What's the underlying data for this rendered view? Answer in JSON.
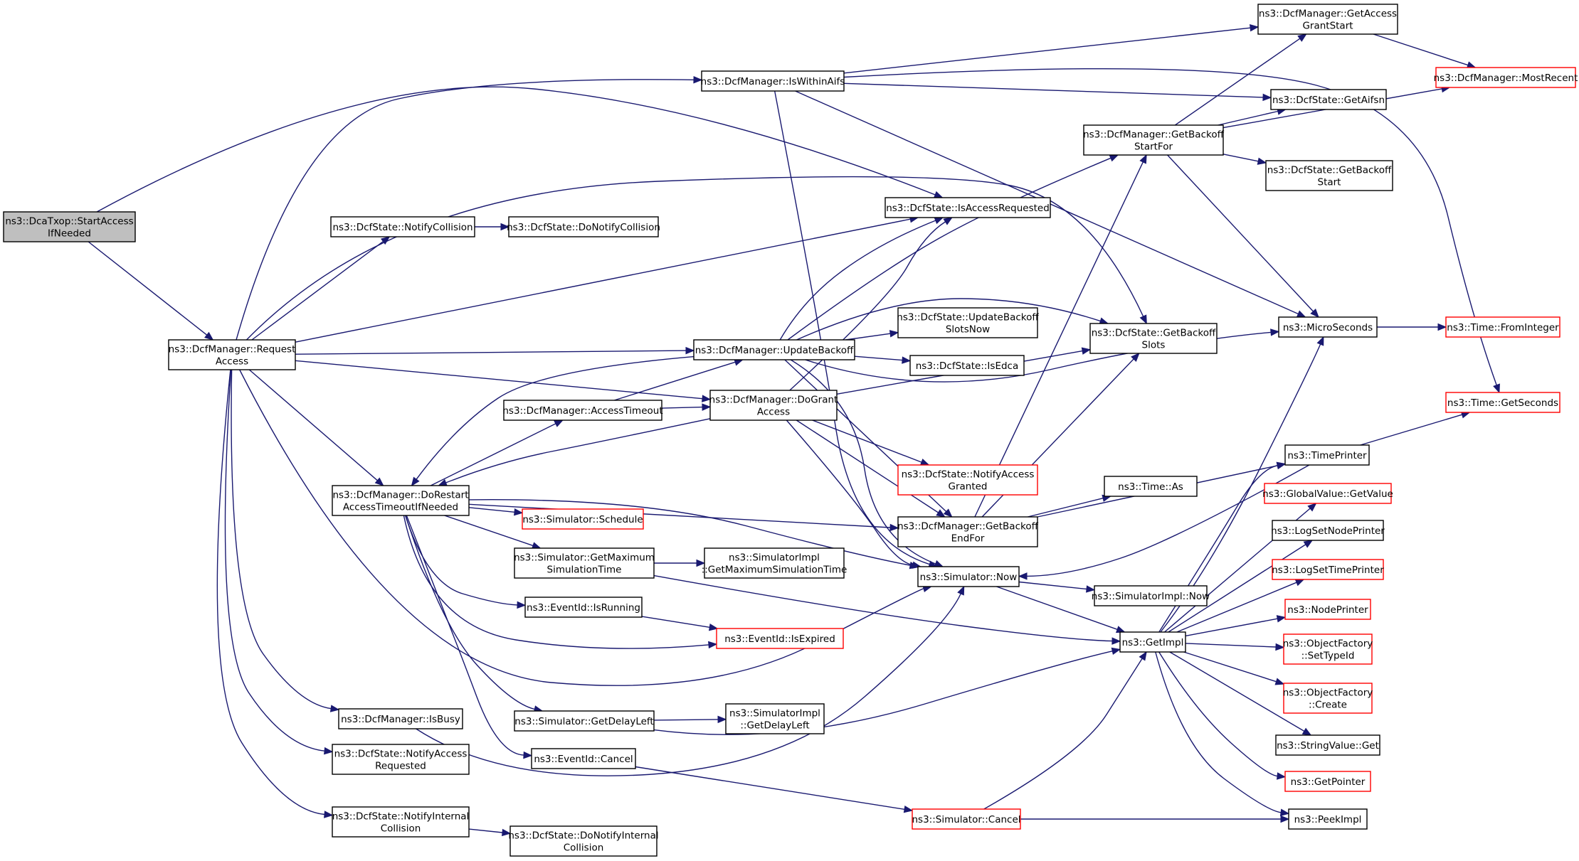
{
  "nodes": {
    "start": {
      "lines": [
        "ns3::DcaTxop::StartAccess",
        "IfNeeded"
      ],
      "red": false,
      "root": true
    },
    "reqAccess": {
      "lines": [
        "ns3::DcfManager::Request",
        "Access"
      ]
    },
    "isWithinAifs": {
      "lines": [
        "ns3::DcfManager::IsWithinAifs"
      ]
    },
    "getAccessGrantStart": {
      "lines": [
        "ns3::DcfManager::GetAccess",
        "GrantStart"
      ]
    },
    "mostRecent": {
      "lines": [
        "ns3::DcfManager::MostRecent"
      ],
      "red": true
    },
    "getAifsn": {
      "lines": [
        "ns3::DcfState::GetAifsn"
      ]
    },
    "getBackoffStartFor": {
      "lines": [
        "ns3::DcfManager::GetBackoff",
        "StartFor"
      ]
    },
    "getBackoffStart": {
      "lines": [
        "ns3::DcfState::GetBackoff",
        "Start"
      ]
    },
    "isAccessRequested": {
      "lines": [
        "ns3::DcfState::IsAccessRequested"
      ]
    },
    "notifyCollision": {
      "lines": [
        "ns3::DcfState::NotifyCollision"
      ]
    },
    "doNotifyCollision": {
      "lines": [
        "ns3::DcfState::DoNotifyCollision"
      ]
    },
    "updateBackoffSlotsNow": {
      "lines": [
        "ns3::DcfState::UpdateBackoff",
        "SlotsNow"
      ]
    },
    "getBackoffSlots": {
      "lines": [
        "ns3::DcfState::GetBackoff",
        "Slots"
      ]
    },
    "microSeconds": {
      "lines": [
        "ns3::MicroSeconds"
      ]
    },
    "fromInteger": {
      "lines": [
        "ns3::Time::FromInteger"
      ],
      "red": true
    },
    "updateBackoff": {
      "lines": [
        "ns3::DcfManager::UpdateBackoff"
      ]
    },
    "isEdca": {
      "lines": [
        "ns3::DcfState::IsEdca"
      ]
    },
    "accessTimeout": {
      "lines": [
        "ns3::DcfManager::AccessTimeout"
      ]
    },
    "doGrantAccess": {
      "lines": [
        "ns3::DcfManager::DoGrant",
        "Access"
      ]
    },
    "getSeconds": {
      "lines": [
        "ns3::Time::GetSeconds"
      ],
      "red": true
    },
    "timePrinter": {
      "lines": [
        "ns3::TimePrinter"
      ]
    },
    "notifyAccessGranted": {
      "lines": [
        "ns3::DcfState::NotifyAccess",
        "Granted"
      ],
      "red": true
    },
    "timeAs": {
      "lines": [
        "ns3::Time::As"
      ]
    },
    "globalValueGet": {
      "lines": [
        "ns3::GlobalValue::GetValue"
      ],
      "red": true
    },
    "doRestart": {
      "lines": [
        "ns3::DcfManager::DoRestart",
        "AccessTimeoutIfNeeded"
      ]
    },
    "schedule": {
      "lines": [
        "ns3::Simulator::Schedule"
      ],
      "red": true
    },
    "getBackoffEndFor": {
      "lines": [
        "ns3::DcfManager::GetBackoff",
        "EndFor"
      ]
    },
    "logSetNodePrinter": {
      "lines": [
        "ns3::LogSetNodePrinter"
      ]
    },
    "getMaxSimTime": {
      "lines": [
        "ns3::Simulator::GetMaximum",
        "SimulationTime"
      ]
    },
    "implGetMaxSimTime": {
      "lines": [
        "ns3::SimulatorImpl",
        "::GetMaximumSimulationTime"
      ]
    },
    "logSetTimePrinter": {
      "lines": [
        "ns3::LogSetTimePrinter"
      ],
      "red": true
    },
    "simNow": {
      "lines": [
        "ns3::Simulator::Now"
      ]
    },
    "implNow": {
      "lines": [
        "ns3::SimulatorImpl::Now"
      ]
    },
    "isRunning": {
      "lines": [
        "ns3::EventId::IsRunning"
      ]
    },
    "nodePrinter": {
      "lines": [
        "ns3::NodePrinter"
      ],
      "red": true
    },
    "isExpired": {
      "lines": [
        "ns3::EventId::IsExpired"
      ],
      "red": true
    },
    "getImpl": {
      "lines": [
        "ns3::GetImpl"
      ]
    },
    "ofSetTypeId": {
      "lines": [
        "ns3::ObjectFactory",
        "::SetTypeId"
      ],
      "red": true
    },
    "ofCreate": {
      "lines": [
        "ns3::ObjectFactory",
        "::Create"
      ],
      "red": true
    },
    "isBusy": {
      "lines": [
        "ns3::DcfManager::IsBusy"
      ]
    },
    "getDelayLeft": {
      "lines": [
        "ns3::Simulator::GetDelayLeft"
      ]
    },
    "implGetDelayLeft": {
      "lines": [
        "ns3::SimulatorImpl",
        "::GetDelayLeft"
      ]
    },
    "stringValueGet": {
      "lines": [
        "ns3::StringValue::Get"
      ]
    },
    "notifyAccessRequested": {
      "lines": [
        "ns3::DcfState::NotifyAccess",
        "Requested"
      ]
    },
    "eventCancel": {
      "lines": [
        "ns3::EventId::Cancel"
      ]
    },
    "getPointer": {
      "lines": [
        "ns3::GetPointer"
      ],
      "red": true
    },
    "simCancel": {
      "lines": [
        "ns3::Simulator::Cancel"
      ],
      "red": true
    },
    "peekImpl": {
      "lines": [
        "ns3::PeekImpl"
      ]
    },
    "notifyInternalCollision": {
      "lines": [
        "ns3::DcfState::NotifyInternal",
        "Collision"
      ]
    },
    "doNotifyInternalCollision": {
      "lines": [
        "ns3::DcfState::DoNotifyInternal",
        "Collision"
      ]
    }
  },
  "edges": [
    [
      "start",
      "reqAccess"
    ],
    [
      "start",
      "isAccessRequested"
    ],
    [
      "reqAccess",
      "isWithinAifs"
    ],
    [
      "reqAccess",
      "notifyCollision"
    ],
    [
      "reqAccess",
      "getBackoffSlots"
    ],
    [
      "reqAccess",
      "isAccessRequested"
    ],
    [
      "reqAccess",
      "updateBackoff"
    ],
    [
      "reqAccess",
      "doGrantAccess"
    ],
    [
      "reqAccess",
      "doRestart"
    ],
    [
      "reqAccess",
      "simNow"
    ],
    [
      "reqAccess",
      "isBusy"
    ],
    [
      "reqAccess",
      "notifyAccessRequested"
    ],
    [
      "reqAccess",
      "notifyInternalCollision"
    ],
    [
      "isWithinAifs",
      "getAccessGrantStart"
    ],
    [
      "isWithinAifs",
      "getAifsn"
    ],
    [
      "isWithinAifs",
      "microSeconds"
    ],
    [
      "isWithinAifs",
      "getSeconds"
    ],
    [
      "isWithinAifs",
      "simNow"
    ],
    [
      "getAccessGrantStart",
      "mostRecent"
    ],
    [
      "getBackoffStartFor",
      "getAccessGrantStart"
    ],
    [
      "getBackoffStartFor",
      "getAifsn"
    ],
    [
      "getBackoffStartFor",
      "mostRecent"
    ],
    [
      "getBackoffStartFor",
      "getBackoffStart"
    ],
    [
      "getBackoffStartFor",
      "microSeconds"
    ],
    [
      "notifyCollision",
      "doNotifyCollision"
    ],
    [
      "updateBackoff",
      "getBackoffStartFor"
    ],
    [
      "updateBackoff",
      "isAccessRequested"
    ],
    [
      "updateBackoff",
      "updateBackoffSlotsNow"
    ],
    [
      "updateBackoff",
      "getBackoffSlots"
    ],
    [
      "updateBackoff",
      "isEdca"
    ],
    [
      "updateBackoff",
      "microSeconds"
    ],
    [
      "updateBackoff",
      "simNow"
    ],
    [
      "updateBackoff",
      "getBackoffEndFor"
    ],
    [
      "updateBackoff",
      "doRestart"
    ],
    [
      "accessTimeout",
      "updateBackoff"
    ],
    [
      "accessTimeout",
      "doGrantAccess"
    ],
    [
      "doGrantAccess",
      "isAccessRequested"
    ],
    [
      "doGrantAccess",
      "getBackoffSlots"
    ],
    [
      "doGrantAccess",
      "notifyAccessGranted"
    ],
    [
      "doGrantAccess",
      "getBackoffEndFor"
    ],
    [
      "doGrantAccess",
      "simNow"
    ],
    [
      "doGrantAccess",
      "doRestart"
    ],
    [
      "microSeconds",
      "fromInteger"
    ],
    [
      "getBackoffEndFor",
      "getBackoffStartFor"
    ],
    [
      "getBackoffEndFor",
      "getBackoffSlots"
    ],
    [
      "getBackoffEndFor",
      "timeAs"
    ],
    [
      "getBackoffEndFor",
      "timePrinter"
    ],
    [
      "doRestart",
      "accessTimeout"
    ],
    [
      "doRestart",
      "getBackoffEndFor"
    ],
    [
      "doRestart",
      "schedule"
    ],
    [
      "doRestart",
      "getMaxSimTime"
    ],
    [
      "doRestart",
      "isRunning"
    ],
    [
      "doRestart",
      "simNow"
    ],
    [
      "doRestart",
      "getDelayLeft"
    ],
    [
      "doRestart",
      "eventCancel"
    ],
    [
      "doRestart",
      "isExpired"
    ],
    [
      "getMaxSimTime",
      "implGetMaxSimTime"
    ],
    [
      "getMaxSimTime",
      "getImpl"
    ],
    [
      "isRunning",
      "isExpired"
    ],
    [
      "simNow",
      "implNow"
    ],
    [
      "simNow",
      "getImpl"
    ],
    [
      "getDelayLeft",
      "implGetDelayLeft"
    ],
    [
      "getDelayLeft",
      "getImpl"
    ],
    [
      "isBusy",
      "simNow"
    ],
    [
      "eventCancel",
      "simCancel"
    ],
    [
      "simCancel",
      "getImpl"
    ],
    [
      "simCancel",
      "peekImpl"
    ],
    [
      "notifyInternalCollision",
      "doNotifyInternalCollision"
    ],
    [
      "timePrinter",
      "getSeconds"
    ],
    [
      "timePrinter",
      "simNow"
    ],
    [
      "getImpl",
      "timePrinter"
    ],
    [
      "getImpl",
      "microSeconds"
    ],
    [
      "getImpl",
      "globalValueGet"
    ],
    [
      "getImpl",
      "logSetNodePrinter"
    ],
    [
      "getImpl",
      "logSetTimePrinter"
    ],
    [
      "getImpl",
      "nodePrinter"
    ],
    [
      "getImpl",
      "ofSetTypeId"
    ],
    [
      "getImpl",
      "ofCreate"
    ],
    [
      "getImpl",
      "stringValueGet"
    ],
    [
      "getImpl",
      "getPointer"
    ],
    [
      "getImpl",
      "peekImpl"
    ]
  ]
}
